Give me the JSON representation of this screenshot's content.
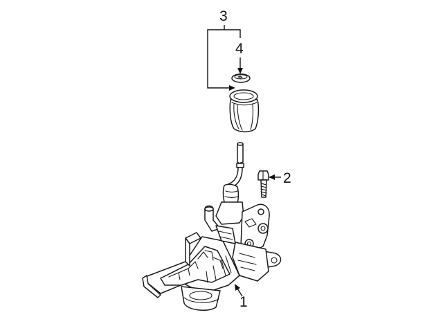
{
  "callouts": [
    {
      "id": "1",
      "label": "1"
    },
    {
      "id": "2",
      "label": "2"
    },
    {
      "id": "3",
      "label": "3"
    },
    {
      "id": "4",
      "label": "4"
    }
  ],
  "colors": {
    "background": "#ffffff",
    "line": "#1a1a1a"
  }
}
